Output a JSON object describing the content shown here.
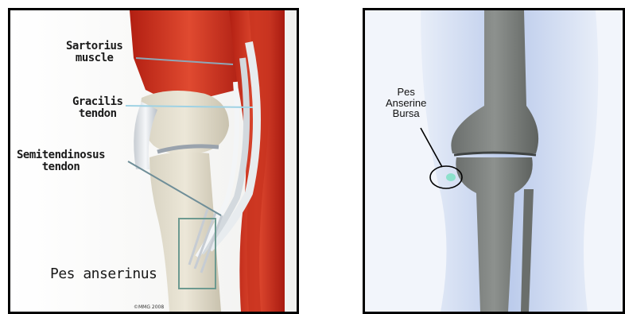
{
  "left_figure": {
    "labels": {
      "sartorius": "Sartorius\nmuscle",
      "gracilis": "Gracilis\ntendon",
      "semitendinosus": "Semitendinosus\ntendon",
      "pes_anserinus": "Pes anserinus"
    },
    "copyright": "©MMG 2008"
  },
  "right_figure": {
    "labels": {
      "bursa": "Pes\nAnserine\nBursa"
    }
  }
}
